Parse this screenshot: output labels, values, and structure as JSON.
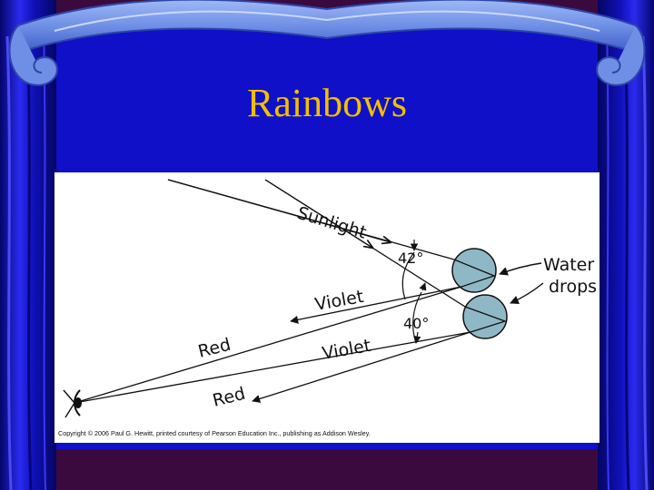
{
  "slide": {
    "title": "Rainbows"
  },
  "diagram": {
    "labels": {
      "sunlight": "Sunlight",
      "angle_42": "42°",
      "angle_40": "40°",
      "violet_upper": "Violet",
      "violet_lower": "Violet",
      "red_upper": "Red",
      "red_lower": "Red",
      "water": "Water",
      "drops": "drops"
    },
    "copyright": "Copyright © 2006 Paul G. Hewitt, printed courtesy of Pearson Education Inc., publishing as Addison Wesley."
  },
  "colors": {
    "background": "#3a0a3e",
    "curtain_blue": "#1d1ccf",
    "panel_blue": "#1010c8",
    "title": "#f0c000",
    "banner": "#6f8fe6",
    "drop_fill": "#8fb8c6"
  }
}
